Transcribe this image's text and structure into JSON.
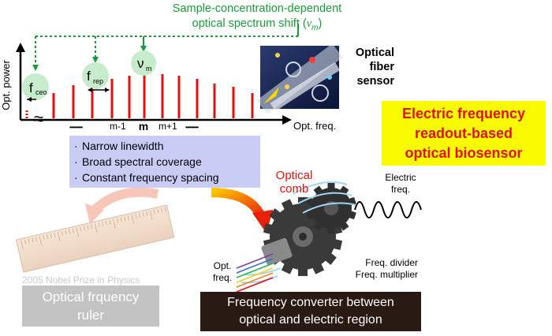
{
  "headline": {
    "line1": "Sample-concentration-dependent",
    "line2": "optical spectrum shift (",
    "symbol": "ν",
    "sub": "m",
    "close": ")"
  },
  "spectrum": {
    "ylabel": "Opt. power",
    "xlabel": "Opt. freq.",
    "fceo": {
      "main": "f",
      "sub": "ceo"
    },
    "frep": {
      "main": "f",
      "sub": "rep"
    },
    "num": {
      "main": "ν",
      "sub": "m"
    },
    "mode_left": "m-1",
    "mode_center": "m",
    "mode_right": "m+1",
    "dots_left": "•••••••••",
    "dots_right": "•••••••••",
    "break_mark": "≈"
  },
  "sensor": {
    "line1": "Optical",
    "line2": "fiber",
    "line3": "sensor"
  },
  "biosensor": {
    "line1": "Electric frequency",
    "line2": "readout-based",
    "line3": "optical biosensor"
  },
  "features": [
    {
      "bullet": "·",
      "text": "Narrow linewidth"
    },
    {
      "bullet": "·",
      "text": "Broad spectral coverage"
    },
    {
      "bullet": "·",
      "text": "Constant frequency spacing"
    }
  ],
  "comb": {
    "line1": "Optical",
    "line2": "comb"
  },
  "electric_freq": {
    "line1": "Electric",
    "line2": "freq."
  },
  "optical_freq": {
    "line1": "Opt.",
    "line2": "freq."
  },
  "divider": {
    "line1": "Freq. divider",
    "line2": "Freq. multiplier"
  },
  "nobel": "2005 Nobel Prize in Physics",
  "ruler_caption": {
    "line1": "Optical frquency",
    "line2": "ruler"
  },
  "converter_caption": {
    "line1": "Frequency converter between",
    "line2": "optical and electric region"
  },
  "colors": {
    "green": "#1a9a3a",
    "red": "#e01010",
    "yellow": "#fbfb00",
    "lavender": "#c9cdf5",
    "gray": "#c3c3c3",
    "dark": "#2a1a14",
    "bubble": "#c7eccb"
  }
}
